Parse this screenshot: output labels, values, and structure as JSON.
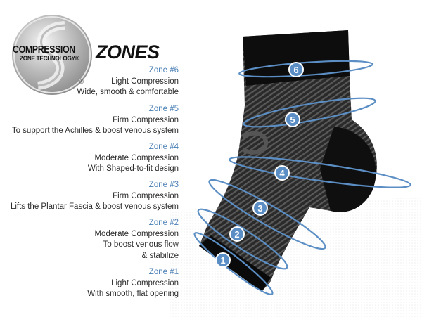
{
  "logo": {
    "line1": "COMPRESSION",
    "line2": "ZONE TECHNOLOGY®",
    "registered": "®"
  },
  "title": "ZONES",
  "colors": {
    "zone_label": "#4a7fb5",
    "ring": "#5b8ec4",
    "sock_dark": "#1a1a1a",
    "text": "#2b2b2b"
  },
  "zones": [
    {
      "title": "Zone #6",
      "lines": [
        "Light Compression",
        "Wide, smooth & comfortable"
      ],
      "marker": "6"
    },
    {
      "title": "Zone #5",
      "lines": [
        "Firm Compression",
        "To support the Achilles & boost venous system"
      ],
      "marker": "5"
    },
    {
      "title": "Zone #4",
      "lines": [
        "Moderate Compression",
        "With Shaped-to-fit design"
      ],
      "marker": "4"
    },
    {
      "title": "Zone #3",
      "lines": [
        "Firm Compression",
        "Lifts the Plantar Fascia & boost venous system"
      ],
      "marker": "3"
    },
    {
      "title": "Zone #2",
      "lines": [
        "Moderate Compression",
        "To boost venous flow",
        "& stabilize"
      ],
      "marker": "2"
    },
    {
      "title": "Zone #1",
      "lines": [
        "Light Compression",
        "With smooth, flat opening"
      ],
      "marker": "1"
    }
  ]
}
